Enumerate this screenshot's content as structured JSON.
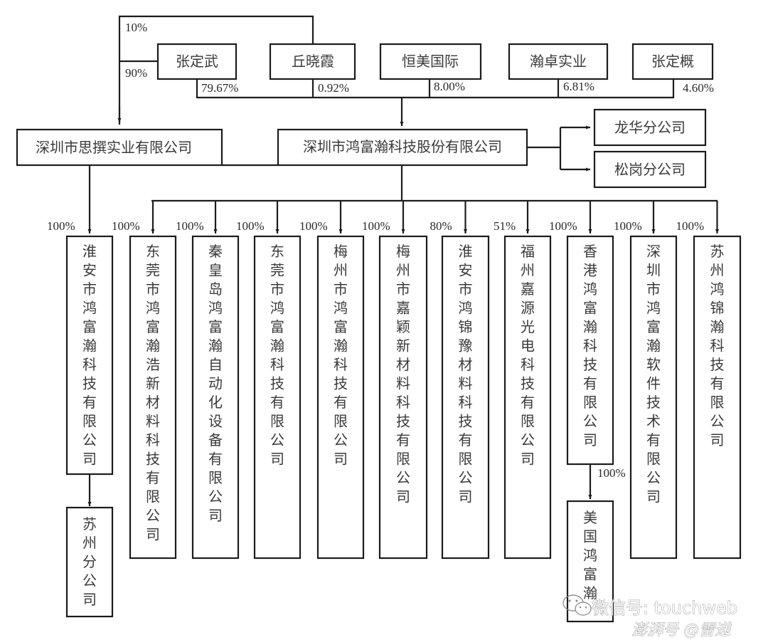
{
  "shareholders": [
    {
      "name": "张定武",
      "stake": "79.67%"
    },
    {
      "name": "丘晓霞",
      "stake": "0.92%"
    },
    {
      "name": "恒美国际",
      "stake": "8.00%"
    },
    {
      "name": "瀚卓实业",
      "stake": "6.81%"
    },
    {
      "name": "张定概",
      "stake": "4.60%"
    }
  ],
  "sizhuan": {
    "name": "深圳市思撰实业有限公司",
    "owner_stakes": {
      "zhang_dingwu": "90%",
      "qiu_xiaoxia": "10%"
    }
  },
  "parent": {
    "name": "深圳市鸿富瀚科技股份有限公司"
  },
  "branches": [
    {
      "name": "龙华分公司"
    },
    {
      "name": "松岗分公司"
    }
  ],
  "subsidiaries": [
    {
      "name": "淮安市鸿富瀚科技有限公司",
      "stake": "100%",
      "owner": "sizhuan"
    },
    {
      "name": "东莞市鸿富瀚浩新材料科技有限公司",
      "stake": "100%",
      "owner": "parent"
    },
    {
      "name": "秦皇岛鸿富瀚自动化设备有限公司",
      "stake": "100%",
      "owner": "parent"
    },
    {
      "name": "东莞市鸿富瀚科技有限公司",
      "stake": "100%",
      "owner": "parent"
    },
    {
      "name": "梅州市鸿富瀚科技有限公司",
      "stake": "100%",
      "owner": "parent"
    },
    {
      "name": "梅州市嘉颖新材料科技有限公司",
      "stake": "100%",
      "owner": "parent"
    },
    {
      "name": "淮安市鸿锦豫材料科技有限公司",
      "stake": "80%",
      "owner": "parent"
    },
    {
      "name": "福州嘉源光电科技有限公司",
      "stake": "51%",
      "owner": "parent"
    },
    {
      "name": "香港鸿富瀚科技有限公司",
      "stake": "100%",
      "owner": "parent"
    },
    {
      "name": "深圳市鸿富瀚软件技术有限公司",
      "stake": "100%",
      "owner": "parent"
    },
    {
      "name": "苏州鸿锦瀚科技有限公司",
      "stake": "100%",
      "owner": "parent"
    }
  ],
  "sub_children": [
    {
      "parent_index": 0,
      "name": "苏州分公司",
      "stake": ""
    },
    {
      "parent_index": 8,
      "name": "美国鸿富瀚",
      "stake": "100%"
    }
  ],
  "watermark": {
    "line1": "微信号: touchweb",
    "line2": "澎湃号 @雷递"
  }
}
